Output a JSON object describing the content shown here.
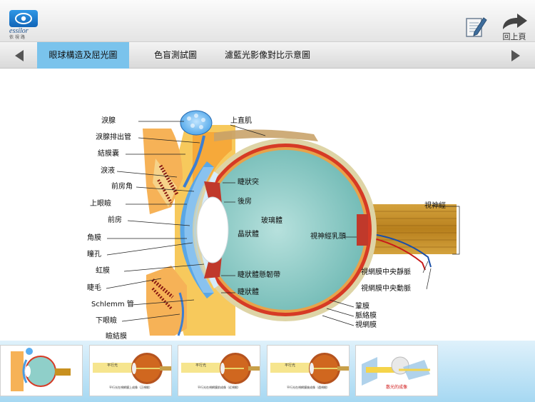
{
  "header": {
    "brand_name": "essilor",
    "brand_sub": "依視路",
    "notes_icon": "notepad-pencil-icon",
    "back_icon": "curved-arrow-icon",
    "back_label": "回上頁"
  },
  "tabs": {
    "prev_icon": "triangle-left-icon",
    "next_icon": "triangle-right-icon",
    "items": [
      {
        "label": "眼球構造及屈光圖",
        "active": true
      },
      {
        "label": "色盲測試圖",
        "active": false
      },
      {
        "label": "濾藍光影像對比示意圖",
        "active": false
      }
    ]
  },
  "diagram": {
    "labels": {
      "lacrimal_gland": "淚腺",
      "lacrimal_duct": "淚腺排出管",
      "conjunctival_sac": "結膜囊",
      "tears": "淚液",
      "anterior_chamber_angle": "前房角",
      "upper_eyelid": "上眼瞼",
      "anterior_chamber": "前房",
      "cornea": "角膜",
      "pupil": "瞳孔",
      "iris": "虹膜",
      "eyelash": "睫毛",
      "schlemm_canal": "Schlemm 管",
      "lower_eyelid": "下眼瞼",
      "palpebral_conjunctiva": "瞼結膜",
      "superior_rectus": "上直肌",
      "ciliary_process": "睫狀突",
      "posterior_chamber": "後房",
      "vitreous_body": "玻璃體",
      "lens": "晶狀體",
      "zonule": "睫狀體懸韌帶",
      "ciliary_body": "睫狀體",
      "optic_nerve": "視神經",
      "optic_disc": "視神經乳頭",
      "central_retinal_vein": "視網膜中央靜脈",
      "central_retinal_artery": "視網膜中央動脈",
      "sclera": "鞏膜",
      "choroid": "脈絡膜",
      "retina": "視網膜"
    }
  },
  "thumbnails": {
    "items": [
      {
        "caption": ""
      },
      {
        "caption": "平行光在視網膜上成像（正視眼）"
      },
      {
        "caption": "平行光在視網膜前成像（近視眼）"
      },
      {
        "caption": "平行光在視網膜後成像（遠視眼）"
      },
      {
        "caption": "散光的成像"
      }
    ],
    "small_labels": [
      "平行光",
      "平行光",
      "平行光"
    ]
  },
  "colors": {
    "tab_active": "#7ac3ec",
    "thumb_caption_red": "#d01818",
    "brand_blue": "#1a6fc4"
  }
}
